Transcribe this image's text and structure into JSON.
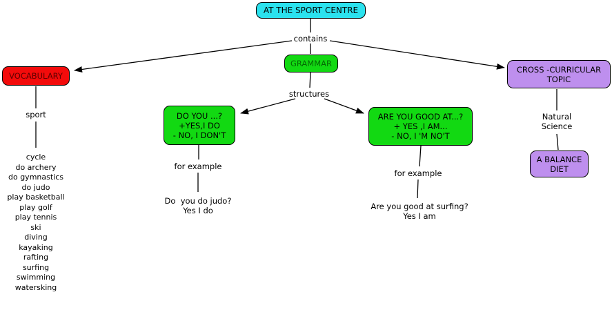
{
  "root": {
    "title": "AT THE SPORT CENTRE"
  },
  "linking": {
    "contains": "contains",
    "structures": "structures",
    "sport": "sport",
    "for_example_left": "for example",
    "for_example_right": "for example"
  },
  "vocabulary": {
    "title": "VOCABULARY",
    "items": [
      "cycle",
      "do archery",
      "do gymnastics",
      "do judo",
      "play basketball",
      "play golf",
      "play tennis",
      "ski",
      "diving",
      "kayaking",
      "rafting",
      "surfing",
      "swimming",
      "watersking"
    ]
  },
  "grammar": {
    "title": "GRAMMAR",
    "do_you": {
      "lines": [
        "DO YOU ...?",
        "+YES,I DO",
        "- NO, I DON'T"
      ],
      "example": [
        "Do  you do judo?",
        "Yes I do"
      ]
    },
    "are_you_good": {
      "lines": [
        "ARE YOU GOOD AT...?",
        "+ YES ,I AM...",
        "- NO, I 'M NO'T"
      ],
      "example": [
        "Are you good at surfing?",
        "Yes I am"
      ]
    }
  },
  "cross_curricular": {
    "lines": [
      "CROSS -CURRICULAR",
      "TOPIC"
    ],
    "subtopic": [
      "Natural",
      "Science"
    ],
    "balance_diet": [
      "A BALANCE",
      "DIET"
    ]
  },
  "colors": {
    "topic_cyan": "#2BE2EE",
    "vocabulary_red": "#F30B0B",
    "vocabulary_text": "#5E0000",
    "grammar_green": "#12D912",
    "grammar_text": "#046A04",
    "purple": "#BE8FEE",
    "line": "#000000"
  }
}
